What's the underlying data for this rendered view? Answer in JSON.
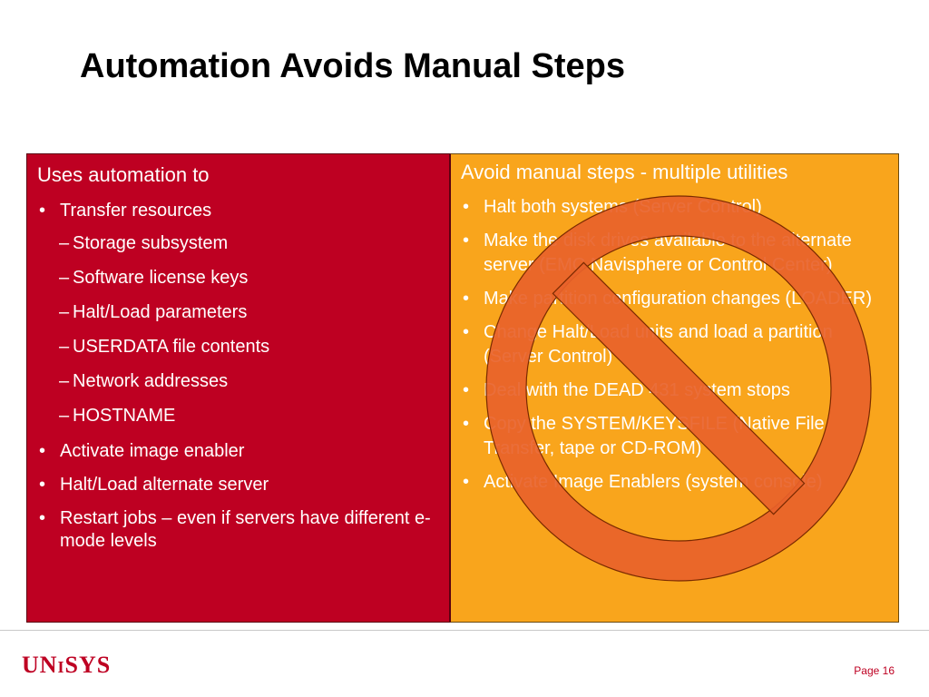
{
  "slide": {
    "title": "Automation Avoids Manual Steps"
  },
  "left_panel": {
    "heading": "Uses automation to",
    "items": [
      {
        "text": "Transfer resources",
        "sub": [
          "Storage subsystem",
          "Software license keys",
          "Halt/Load parameters",
          "USERDATA file contents",
          "Network addresses",
          "HOSTNAME"
        ]
      },
      {
        "text": "Activate image enabler"
      },
      {
        "text": "Halt/Load alternate server"
      },
      {
        "text": "Restart jobs – even if servers have different e-mode levels"
      }
    ]
  },
  "right_panel": {
    "heading": "Avoid manual steps - multiple utilities",
    "items": [
      "Halt both systems (Server Control)",
      "Make the disk drives available to the alternate server (EMC Navisphere or Control Center)",
      "Make partition configuration changes (LOADER)",
      "Change Halt/Load units and load a partition (Server Control)",
      "Deal with the DEAD 431 system stops",
      "Copy the SYSTEM/KEYSFILE (Native File Transfer, tape or CD-ROM)",
      "Activate Image Enablers (system console)"
    ]
  },
  "footer": {
    "logo": "UNiSYS",
    "page": "Page 16"
  },
  "colors": {
    "left_panel_bg": "#BE0022",
    "right_panel_bg": "#F9A51C",
    "no_sign": "#E8622A",
    "logo": "#BE0022"
  },
  "icons": {
    "overlay": "no-symbol-icon"
  }
}
